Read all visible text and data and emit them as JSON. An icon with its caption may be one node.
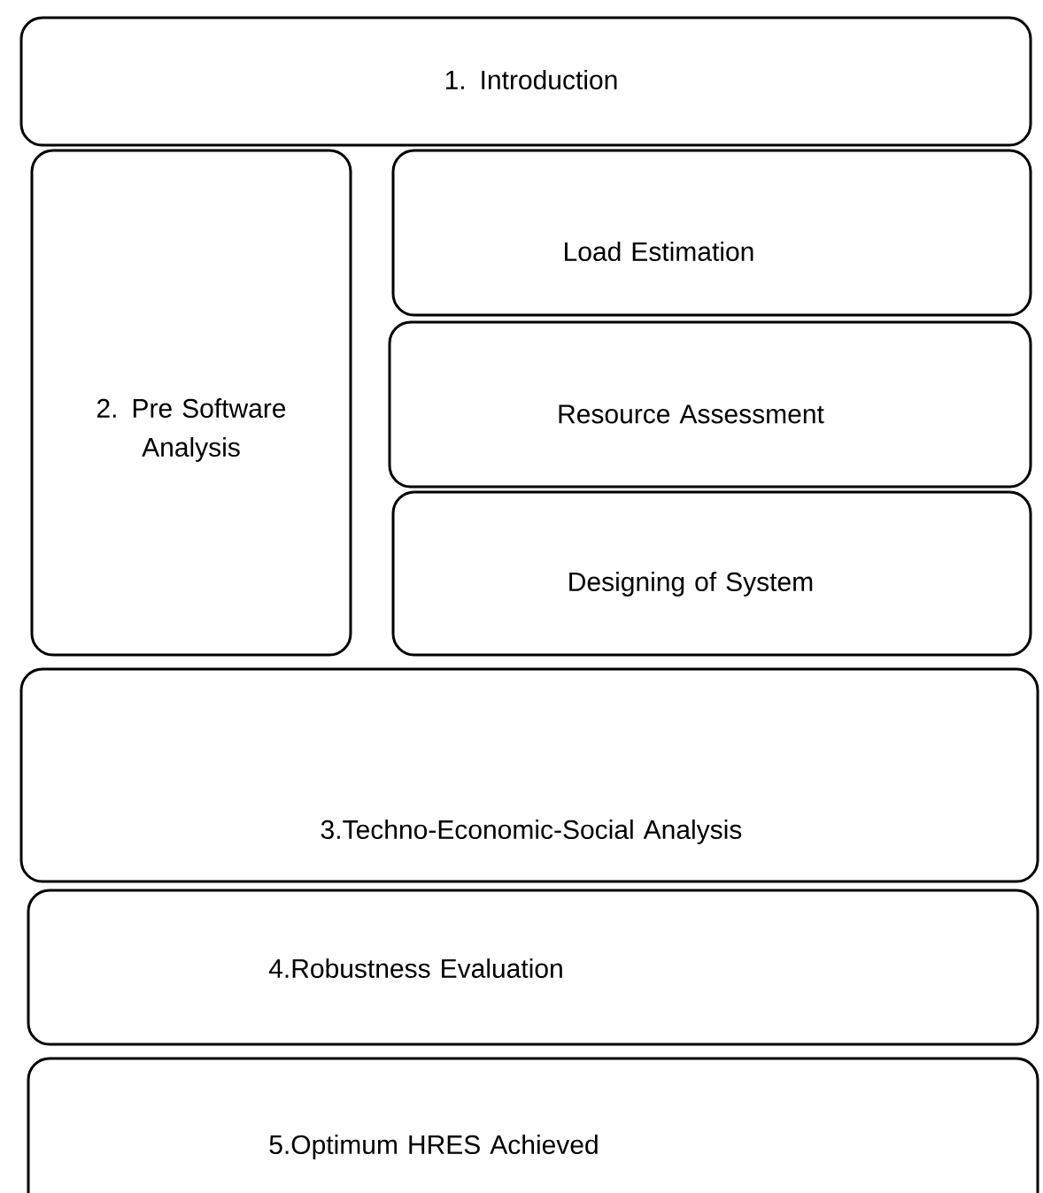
{
  "diagram": {
    "nodes": [
      {
        "text": [
          "1. Introduction"
        ]
      },
      {
        "text": [
          "2. Pre Software Analysis"
        ]
      },
      {
        "text": [
          "Load Estimation"
        ]
      },
      {
        "text": [
          "Resource Assessment"
        ]
      },
      {
        "text": [
          "Designing of System"
        ]
      },
      {
        "text": [
          "3.Techno-Economic-Social Analysis"
        ]
      },
      {
        "text": [
          "4.Robustness Evaluation"
        ]
      },
      {
        "text": [
          "5.Optimum HRES Achieved"
        ]
      }
    ]
  }
}
